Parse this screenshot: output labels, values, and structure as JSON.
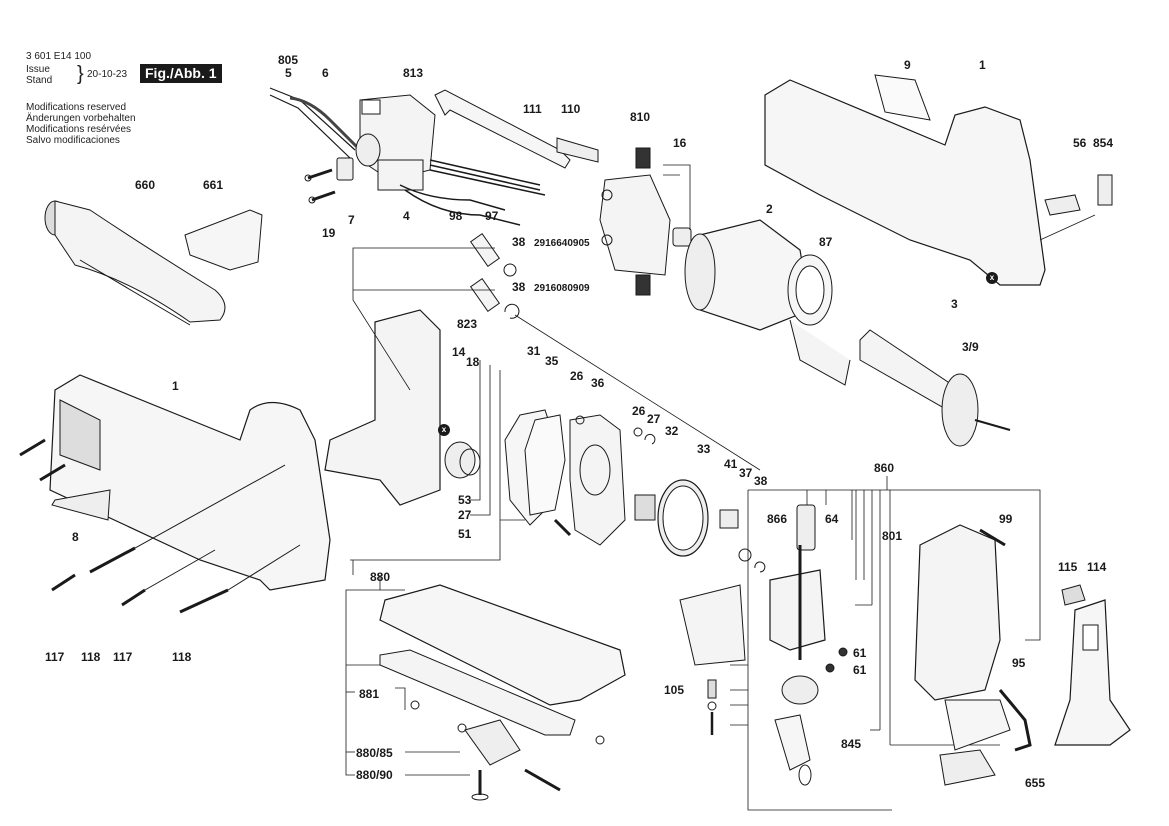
{
  "header": {
    "part_number": "3 601 E14 100",
    "issue_label": "Issue",
    "stand_label": "Stand",
    "date": "20-10-23",
    "figure": "Fig./Abb. 1",
    "notes": [
      "Modifications reserved",
      "Änderungen vorbehalten",
      "Modifications resérvées",
      "Salvo modificaciones"
    ]
  },
  "marker": "x",
  "callouts": {
    "c805": "805",
    "c5": "5",
    "c6": "6",
    "c813": "813",
    "c111": "111",
    "c110": "110",
    "c7": "7",
    "c19": "19",
    "c4": "4",
    "c98": "98",
    "c97": "97",
    "c660": "660",
    "c661": "661",
    "c810": "810",
    "c16": "16",
    "c2": "2",
    "c87": "87",
    "c9": "9",
    "c1_top": "1",
    "c56": "56",
    "c854": "854",
    "c3": "3",
    "c3_9": "3/9",
    "c38a": "38",
    "c38a_pn": "2916640905",
    "c38b": "38",
    "c38b_pn": "2916080909",
    "c823": "823",
    "c14": "14",
    "c18": "18",
    "c53": "53",
    "c27a": "27",
    "c51": "51",
    "c31": "31",
    "c35": "35",
    "c26a": "26",
    "c36": "36",
    "c26b": "26",
    "c27b": "27",
    "c32": "32",
    "c33": "33",
    "c41": "41",
    "c37": "37",
    "c38c": "38",
    "c1_left": "1",
    "c8": "8",
    "c117a": "117",
    "c118a": "118",
    "c117b": "117",
    "c118b": "118",
    "c880": "880",
    "c881": "881",
    "c880_85": "880/85",
    "c880_90": "880/90",
    "c860": "860",
    "c866": "866",
    "c64": "64",
    "c801": "801",
    "c61a": "61",
    "c61b": "61",
    "c105": "105",
    "c845": "845",
    "c99": "99",
    "c95": "95",
    "c655": "655",
    "c115": "115",
    "c114": "114"
  }
}
